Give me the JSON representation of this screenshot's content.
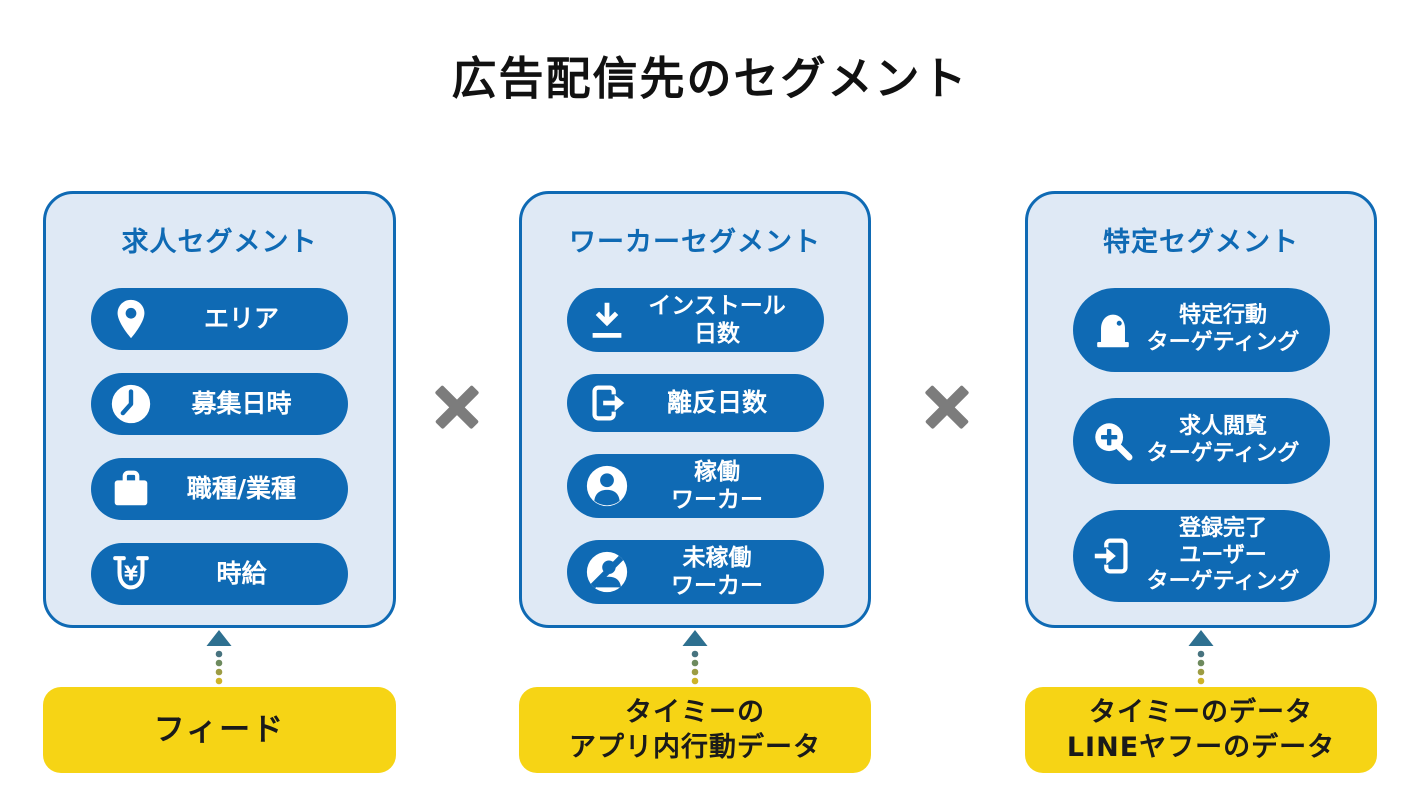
{
  "title": "広告配信先のセグメント",
  "multiply_label": "×",
  "colors": {
    "blue": "#0f6ab4",
    "card_bg": "#dfe9f5",
    "yellow": "#f6d415",
    "gray": "#7c7c7c",
    "arrow_head": "#2e7090",
    "dot1": "#47737f",
    "dot2": "#6d8a5e",
    "dot3": "#9c9c43",
    "dot4": "#cdb32a",
    "text_dark": "#111111",
    "white": "#ffffff"
  },
  "cards": [
    {
      "header": "求人セグメント",
      "items": [
        {
          "icon": "location-pin-icon",
          "label_lines": [
            "エリア"
          ]
        },
        {
          "icon": "clock-icon",
          "label_lines": [
            "募集日時"
          ]
        },
        {
          "icon": "briefcase-icon",
          "label_lines": [
            "職種/業種"
          ]
        },
        {
          "icon": "yen-purse-icon",
          "icon_glyph": "¥",
          "label_lines": [
            "時給"
          ]
        }
      ],
      "source_lines": [
        "フィード"
      ]
    },
    {
      "header": "ワーカーセグメント",
      "items": [
        {
          "icon": "download-icon",
          "label_lines": [
            "インストール",
            "日数"
          ]
        },
        {
          "icon": "logout-icon",
          "label_lines": [
            "離反日数"
          ]
        },
        {
          "icon": "active-worker-icon",
          "label_lines": [
            "稼働",
            "ワーカー"
          ]
        },
        {
          "icon": "inactive-worker-icon",
          "label_lines": [
            "未稼働",
            "ワーカー"
          ]
        }
      ],
      "source_lines": [
        "タイミーの",
        "アプリ内行動データ"
      ]
    },
    {
      "header": "特定セグメント",
      "items": [
        {
          "icon": "dome-icon",
          "label_lines": [
            "特定行動",
            "ターゲティング"
          ]
        },
        {
          "icon": "search-plus-icon",
          "label_lines": [
            "求人閲覧",
            "ターゲティング"
          ]
        },
        {
          "icon": "login-icon",
          "label_lines": [
            "登録完了",
            "ユーザー",
            "ターゲティング"
          ]
        }
      ],
      "source_lines": [
        "タイミーのデータ",
        "LINEヤフーのデータ"
      ]
    }
  ]
}
